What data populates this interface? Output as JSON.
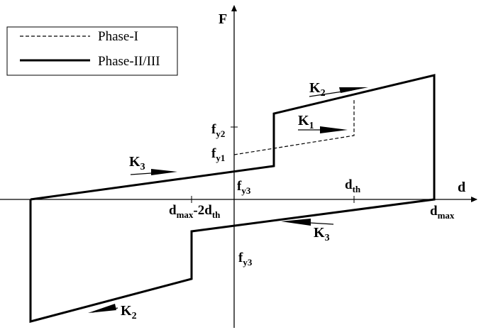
{
  "axes": {
    "x_label": "d",
    "y_label": "F"
  },
  "legend": {
    "phase1": "Phase-I",
    "phase23": "Phase-II/III"
  },
  "labels": {
    "fy2_main": "f",
    "fy2_sub": "y2",
    "fy1_main": "f",
    "fy1_sub": "y1",
    "fy3_pos_main": "f",
    "fy3_pos_sub": "y3",
    "fy3_neg_main": "f",
    "fy3_neg_sub": "y3",
    "dth_main": "d",
    "dth_sub": "th",
    "dmax_main": "d",
    "dmax_sub": "max",
    "dmin_main_a": "d",
    "dmin_sub_a": "max",
    "dmin_mid": "-2d",
    "dmin_sub_b": "th",
    "k1_main": "K",
    "k1_sub": "1",
    "k2_top_main": "K",
    "k2_top_sub": "2",
    "k2_bot_main": "K",
    "k2_bot_sub": "2",
    "k3_left_main": "K",
    "k3_left_sub": "3",
    "k3_right_main": "K",
    "k3_right_sub": "3"
  },
  "colors": {
    "line": "#000000",
    "background": "#ffffff"
  }
}
